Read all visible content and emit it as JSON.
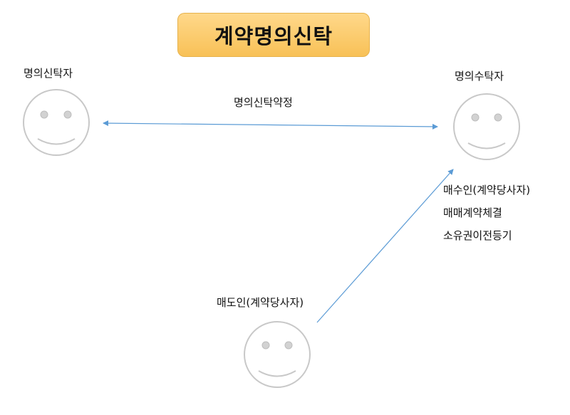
{
  "title": "계약명의신탁",
  "parties": {
    "truster": "명의신탁자",
    "trustee": "명의수탁자",
    "seller": "매도인(계약당사자)"
  },
  "relations": {
    "trust_agreement": "명의신탁약정"
  },
  "trustee_roles": [
    "매수인(계약당사자)",
    "매매계약체결",
    "소유권이전등기"
  ],
  "colors": {
    "title_fill": "#f8c157",
    "title_border": "#e6b24d",
    "arrow": "#5b9bd5",
    "face_outline": "#c8c8c8",
    "face_eyes": "#cfcfcf"
  }
}
